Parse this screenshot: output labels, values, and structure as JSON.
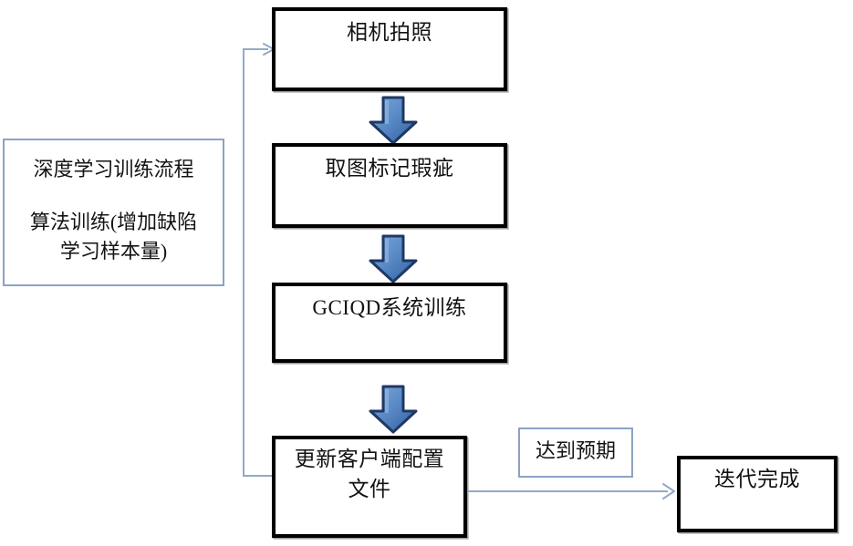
{
  "diagram": {
    "title_internal": "深度学习训练流程图",
    "colors": {
      "box_border": "#000000",
      "note_border": "#8aa3c4",
      "connector": "#93a9c6",
      "arrow_blue_light": "#6f9bd1",
      "arrow_blue_mid": "#4a7ebb",
      "arrow_blue_dark": "#1f3864",
      "background": "#ffffff",
      "text": "#121212"
    },
    "side_note": {
      "line1": "深度学习训练流程",
      "line2": "算法训练(增加缺陷",
      "line3": "学习样本量)"
    },
    "steps": [
      {
        "id": "step-1",
        "label": "相机拍照"
      },
      {
        "id": "step-2",
        "label": "取图标记瑕疵"
      },
      {
        "id": "step-3",
        "label": "GCIQD系统训练"
      },
      {
        "id": "step-4",
        "label": "更新客户端配置\n文件"
      }
    ],
    "condition_note": {
      "label": "达到预期"
    },
    "terminal": {
      "label": "迭代完成"
    },
    "connectors": [
      {
        "id": "arrow-step1-step2",
        "type": "block-arrow-down",
        "from": "step-1",
        "to": "step-2"
      },
      {
        "id": "arrow-step2-step3",
        "type": "block-arrow-down",
        "from": "step-2",
        "to": "step-3"
      },
      {
        "id": "arrow-step3-step4",
        "type": "block-arrow-down",
        "from": "step-3",
        "to": "step-4"
      },
      {
        "id": "feedback-step4-step1",
        "type": "line-arrow",
        "from": "step-4",
        "to": "step-1"
      },
      {
        "id": "arrow-step4-terminal",
        "type": "line-arrow",
        "from": "step-4",
        "to": "terminal"
      }
    ]
  }
}
